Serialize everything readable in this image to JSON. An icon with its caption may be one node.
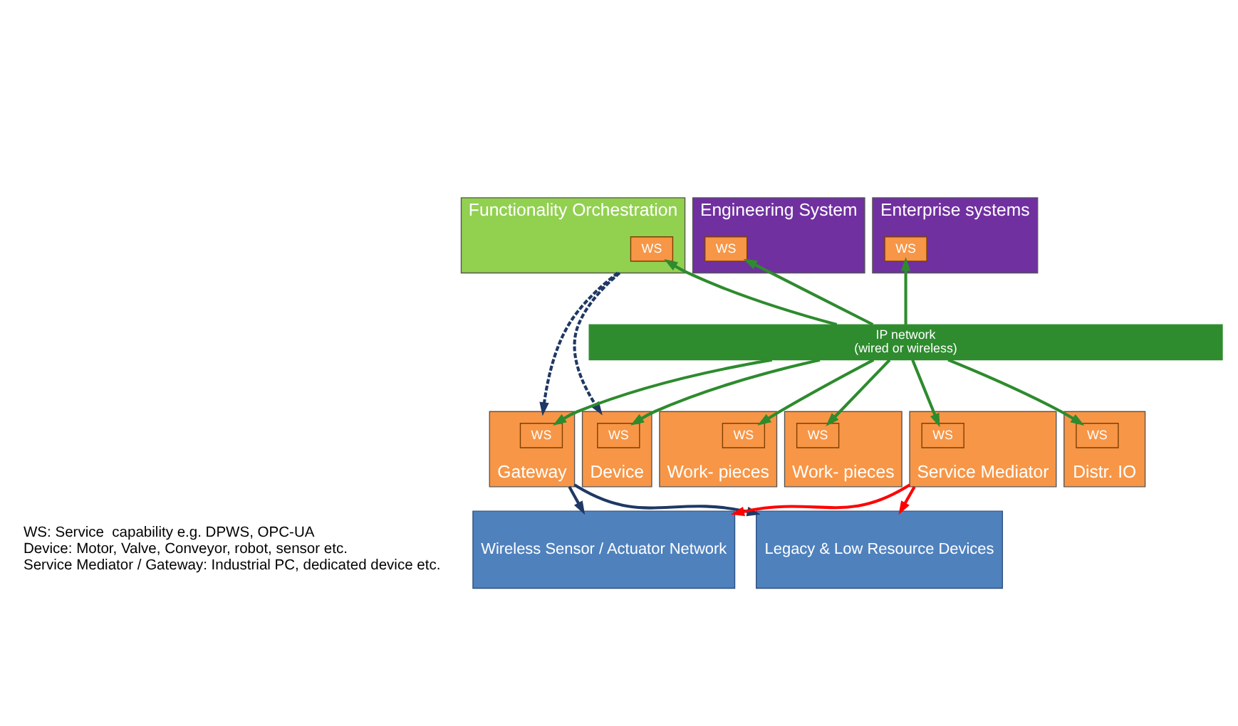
{
  "diagram": {
    "nodes": [
      {
        "text": [
          "Enterprise systems"
        ]
      },
      {
        "text": [
          "WS"
        ],
        "in": 0
      },
      {
        "text": [
          "Functionality Orchestration"
        ]
      },
      {
        "text": [
          "WS"
        ],
        "in": 2
      },
      {
        "text": [
          "Engineering System"
        ]
      },
      {
        "text": [
          "WS"
        ],
        "in": 4
      },
      {
        "text": [
          "IP network",
          "(wired or wireless)"
        ]
      },
      {
        "text": [
          "Device"
        ]
      },
      {
        "text": [
          "WS"
        ],
        "in": 7
      },
      {
        "text": [
          "Distr. IO"
        ]
      },
      {
        "text": [
          "WS"
        ],
        "in": 9
      },
      {
        "text": [
          "Work- pieces"
        ]
      },
      {
        "text": [
          "WS"
        ],
        "in": 11
      },
      {
        "text": [
          "Work- pieces"
        ]
      },
      {
        "text": [
          "WS"
        ],
        "in": 13
      },
      {
        "text": [
          "Gateway"
        ]
      },
      {
        "text": [
          "WS"
        ],
        "in": 15
      },
      {
        "text": [
          "Service Mediator"
        ]
      },
      {
        "text": [
          "WS"
        ],
        "in": 17
      },
      {
        "text": [
          "Wireless Sensor / Actuator Network"
        ]
      },
      {
        "text": [
          "Legacy & Low Resource Devices"
        ]
      }
    ],
    "edges": [
      {
        "from": 6,
        "to": 1,
        "arrow": "to"
      },
      {
        "from": 6,
        "to": 3,
        "arrow": "to"
      },
      {
        "from": 6,
        "to": 5,
        "arrow": "to"
      },
      {
        "from": 6,
        "to": 8,
        "arrow": "to"
      },
      {
        "from": 6,
        "to": 10,
        "arrow": "to"
      },
      {
        "from": 6,
        "to": 12,
        "arrow": "to"
      },
      {
        "from": 6,
        "to": 14,
        "arrow": "to"
      },
      {
        "from": 6,
        "to": 16,
        "arrow": "to"
      },
      {
        "from": 6,
        "to": 18,
        "arrow": "to"
      },
      {
        "from": 2,
        "to": 7,
        "arrow": "to",
        "style": "dashed",
        "color": "#1f3864"
      },
      {
        "from": 2,
        "to": 15,
        "arrow": "to",
        "style": "dashed",
        "color": "#1f3864"
      },
      {
        "from": 15,
        "to": 19,
        "arrow": "to",
        "color": "#1f3864"
      },
      {
        "from": 15,
        "to": 20,
        "arrow": "to",
        "color": "#1f3864"
      },
      {
        "from": 17,
        "to": 19,
        "arrow": "to",
        "color": "#ff0000"
      },
      {
        "from": 17,
        "to": 20,
        "arrow": "to",
        "color": "#ff0000"
      }
    ],
    "labels": [
      "WS: Service  capability e.g. DPWS, OPC-UA",
      "Device: Motor, Valve, Conveyor, robot, sensor etc.",
      "Service Mediator / Gateway: Industrial PC, dedicated device etc."
    ]
  }
}
